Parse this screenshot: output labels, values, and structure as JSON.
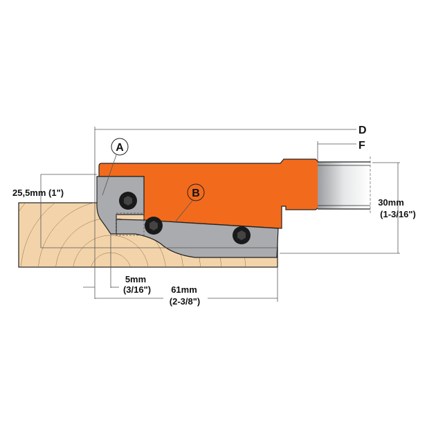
{
  "labels": {
    "A": "A",
    "B": "B",
    "D": "D",
    "F": "F",
    "height_mm": "25,5mm (1\")",
    "shank_mm": "30mm",
    "shank_in": "(1-3/16\")",
    "offset_mm": "5mm",
    "offset_in": "(3/16\")",
    "width_mm": "61mm",
    "width_in": "(2-3/8\")"
  },
  "colors": {
    "body": "#f26b1d",
    "knife": "#a9abae",
    "wood": "#f3d4aa",
    "outline": "#222222"
  }
}
